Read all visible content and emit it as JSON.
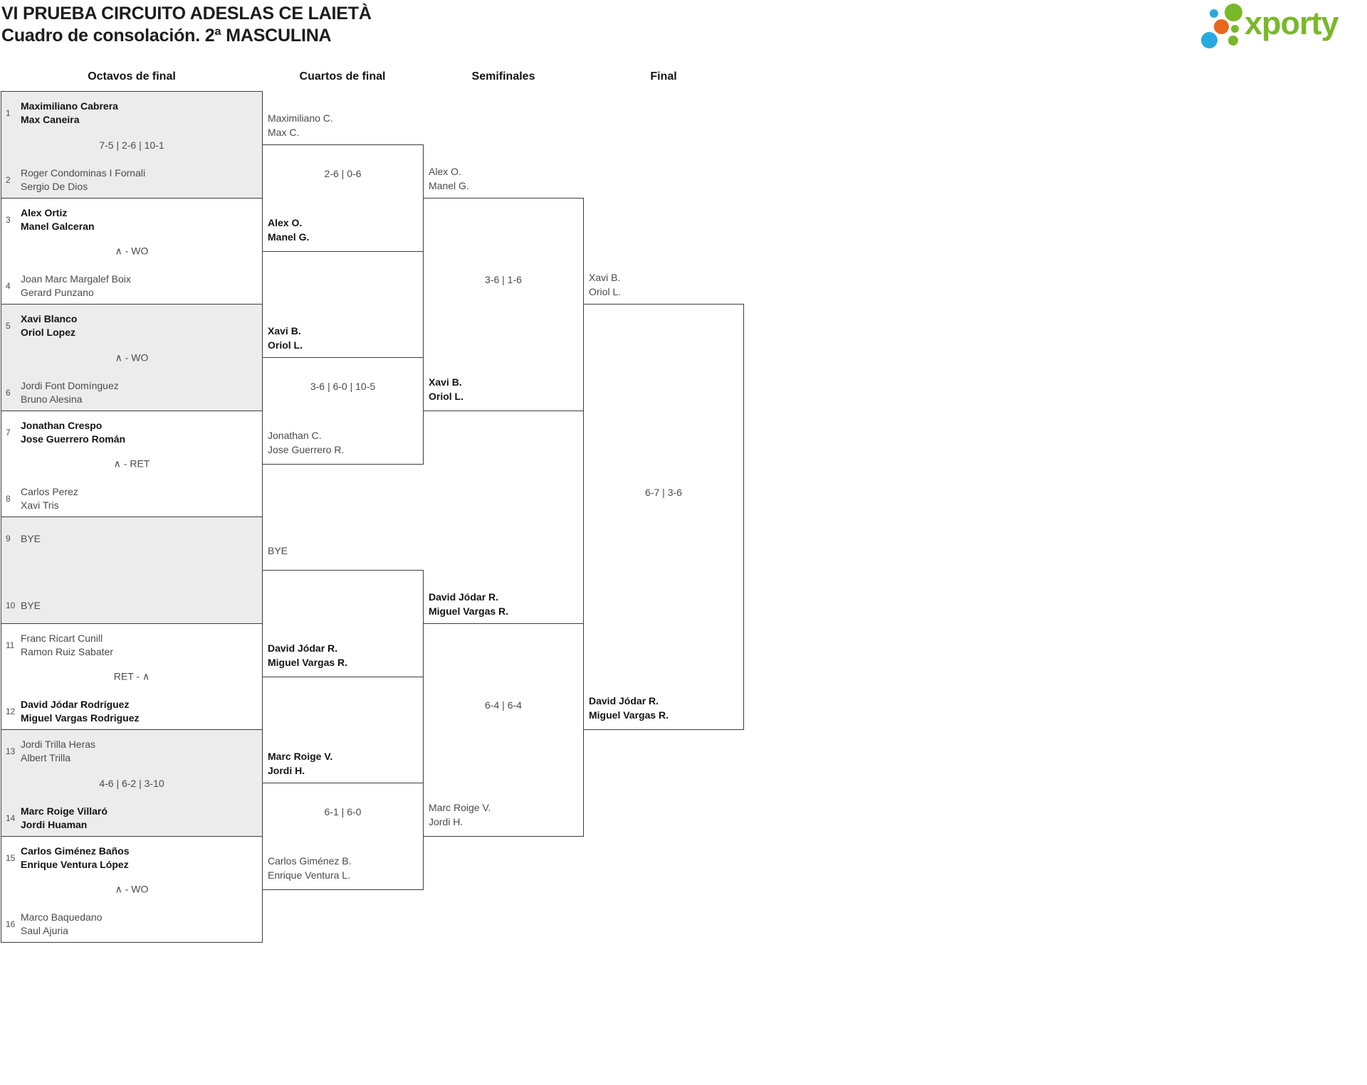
{
  "title": {
    "line1": "VI PRUEBA CIRCUITO ADESLAS CE LAIETÀ",
    "line2": "Cuadro de consolación. 2ª MASCULINA"
  },
  "logo": {
    "text": "xporty",
    "colors": {
      "green": "#79b829",
      "blue": "#29a9e1",
      "orange": "#ea671f"
    }
  },
  "colors": {
    "shaded_row": "#ececec",
    "line": "#3d3d3d",
    "winner_text": "#131313",
    "normal_text": "#4a4a4a"
  },
  "bracket": {
    "round_headers": [
      "Octavos de final",
      "Cuartos de final",
      "Semifinales",
      "Final"
    ],
    "round_of_16": [
      {
        "seed_a": "1",
        "team_a": [
          "Maximiliano Cabrera",
          "Max Caneira"
        ],
        "a_winner": true,
        "score": "7-5 | 2-6 | 10-1",
        "seed_b": "2",
        "team_b": [
          "Roger Condominas I Fornali",
          "Sergio De Dios"
        ],
        "b_winner": false
      },
      {
        "seed_a": "3",
        "team_a": [
          "Alex Ortiz",
          "Manel Galceran"
        ],
        "a_winner": true,
        "score": "∧ - WO",
        "seed_b": "4",
        "team_b": [
          "Joan Marc Margalef Boix",
          "Gerard Punzano"
        ],
        "b_winner": false
      },
      {
        "seed_a": "5",
        "team_a": [
          "Xavi Blanco",
          "Oriol Lopez"
        ],
        "a_winner": true,
        "score": "∧ - WO",
        "seed_b": "6",
        "team_b": [
          "Jordi Font Domínguez",
          "Bruno Alesina"
        ],
        "b_winner": false
      },
      {
        "seed_a": "7",
        "team_a": [
          "Jonathan Crespo",
          "Jose Guerrero Román"
        ],
        "a_winner": true,
        "score": "∧ - RET",
        "seed_b": "8",
        "team_b": [
          "Carlos Perez",
          "Xavi Tris"
        ],
        "b_winner": false
      },
      {
        "seed_a": "9",
        "team_a": [
          "BYE"
        ],
        "a_winner": false,
        "score": "",
        "seed_b": "10",
        "team_b": [
          "BYE"
        ],
        "b_winner": false
      },
      {
        "seed_a": "11",
        "team_a": [
          "Franc Ricart Cunill",
          "Ramon Ruiz Sabater"
        ],
        "a_winner": false,
        "score": "RET - ∧",
        "seed_b": "12",
        "team_b": [
          "David Jódar Rodríguez",
          "Miguel Vargas Rodriguez"
        ],
        "b_winner": true
      },
      {
        "seed_a": "13",
        "team_a": [
          "Jordi Trilla Heras",
          "Albert Trilla"
        ],
        "a_winner": false,
        "score": "4-6 | 6-2 | 3-10",
        "seed_b": "14",
        "team_b": [
          "Marc Roige Villaró",
          "Jordi Huaman"
        ],
        "b_winner": true
      },
      {
        "seed_a": "15",
        "team_a": [
          "Carlos Giménez Baños",
          "Enrique Ventura López"
        ],
        "a_winner": true,
        "score": "∧ - WO",
        "seed_b": "16",
        "team_b": [
          "Marco Baquedano",
          "Saul Ajuria"
        ],
        "b_winner": false
      }
    ],
    "quarterfinals": [
      {
        "top": [
          "Maximiliano C.",
          "Max C."
        ],
        "top_winner": false,
        "score": "2-6 | 0-6",
        "bottom": [
          "Alex O.",
          "Manel G."
        ],
        "bottom_winner": true
      },
      {
        "top": [
          "Xavi B.",
          "Oriol L."
        ],
        "top_winner": true,
        "score": "3-6 | 6-0 | 10-5",
        "bottom": [
          "Jonathan C.",
          "Jose Guerrero R."
        ],
        "bottom_winner": false
      },
      {
        "top": [
          "BYE"
        ],
        "top_winner": false,
        "score": "",
        "bottom": [
          "David Jódar R.",
          "Miguel Vargas R."
        ],
        "bottom_winner": true
      },
      {
        "top": [
          "Marc Roige V.",
          "Jordi H."
        ],
        "top_winner": true,
        "score": "6-1 | 6-0",
        "bottom": [
          "Carlos Giménez B.",
          "Enrique Ventura L."
        ],
        "bottom_winner": false
      }
    ],
    "semifinals": [
      {
        "top": [
          "Alex O.",
          "Manel G."
        ],
        "top_winner": false,
        "score": "3-6 | 1-6",
        "bottom": [
          "Xavi B.",
          "Oriol L."
        ],
        "bottom_winner": true
      },
      {
        "top": [
          "David Jódar R.",
          "Miguel Vargas R."
        ],
        "top_winner": true,
        "score": "6-4 | 6-4",
        "bottom": [
          "Marc Roige V.",
          "Jordi H."
        ],
        "bottom_winner": false
      }
    ],
    "final": {
      "top": [
        "Xavi B.",
        "Oriol L."
      ],
      "top_winner": false,
      "score": "6-7 | 3-6",
      "bottom": [
        "David Jódar R.",
        "Miguel Vargas R."
      ],
      "bottom_winner": true
    }
  }
}
